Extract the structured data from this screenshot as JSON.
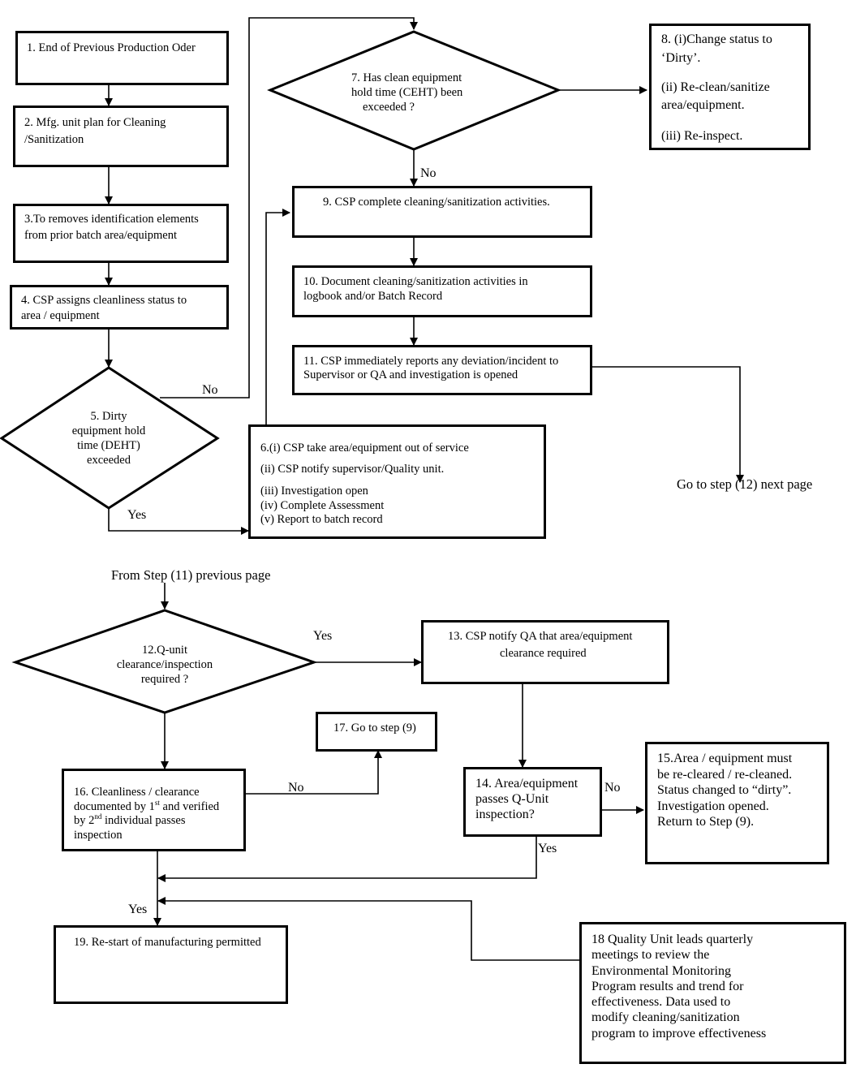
{
  "steps": {
    "s1": "1. End of Previous Production Oder",
    "s2": [
      "2. Mfg. unit plan for Cleaning",
      "/Sanitization"
    ],
    "s3": [
      "3.To removes identification elements",
      "from prior batch area/equipment"
    ],
    "s4": [
      "4. CSP assigns cleanliness status to",
      "area / equipment"
    ],
    "s5": [
      "5. Dirty",
      "equipment hold",
      "time (DEHT)",
      "exceeded"
    ],
    "s6": [
      "6.(i) CSP take area/equipment out of service",
      "(ii) CSP notify supervisor/Quality unit.",
      "(iii) Investigation open",
      "(iv) Complete Assessment",
      "(v) Report to batch record"
    ],
    "s7": [
      "7. Has clean equipment",
      "hold time (CEHT) been",
      "exceeded ?"
    ],
    "s8": [
      "8. (i)Change status to",
      "‘Dirty’.",
      "(ii) Re-clean/sanitize",
      "area/equipment.",
      "(iii) Re-inspect."
    ],
    "s9": "9. CSP complete cleaning/sanitization activities.",
    "s10": [
      "10. Document cleaning/sanitization activities in",
      "logbook and/or Batch Record"
    ],
    "s11": [
      "11. CSP immediately reports any deviation/incident to",
      "Supervisor or QA and investigation is opened"
    ],
    "s12": [
      "12.Q-unit",
      "clearance/inspection",
      "required ?"
    ],
    "s13": [
      "13. CSP notify QA that area/equipment",
      "clearance required"
    ],
    "s14": [
      "14. Area/equipment",
      "passes Q-Unit",
      "inspection?"
    ],
    "s15": [
      "15.Area / equipment must",
      "be re-cleared / re-cleaned.",
      "Status changed to “dirty”.",
      "Investigation opened.",
      "Return to Step (9)."
    ],
    "s16": {
      "l1": "16. Cleanliness / clearance",
      "l2a": "documented by 1",
      "l2sup": "st",
      "l2b": " and verified",
      "l3a": "by 2",
      "l3sup": "nd",
      "l3b": " individual passes",
      "l4": "inspection"
    },
    "s17": "17. Go to step (9)",
    "s18": [
      "18 Quality Unit leads quarterly",
      "meetings to review the",
      "Environmental Monitoring",
      "Program results and trend for",
      "effectiveness. Data used to",
      "modify cleaning/sanitization",
      "program to improve effectiveness"
    ],
    "s19": "19. Re-start of manufacturing permitted"
  },
  "labels": {
    "no_5": "No",
    "yes_5": "Yes",
    "no_7": "No",
    "yes_12": "Yes",
    "no_16": "No",
    "no_14": "No",
    "yes_14": "Yes",
    "yes_19": "Yes",
    "goto_next": "Go to step (12) next page",
    "from_prev": "From Step (11) previous page"
  }
}
